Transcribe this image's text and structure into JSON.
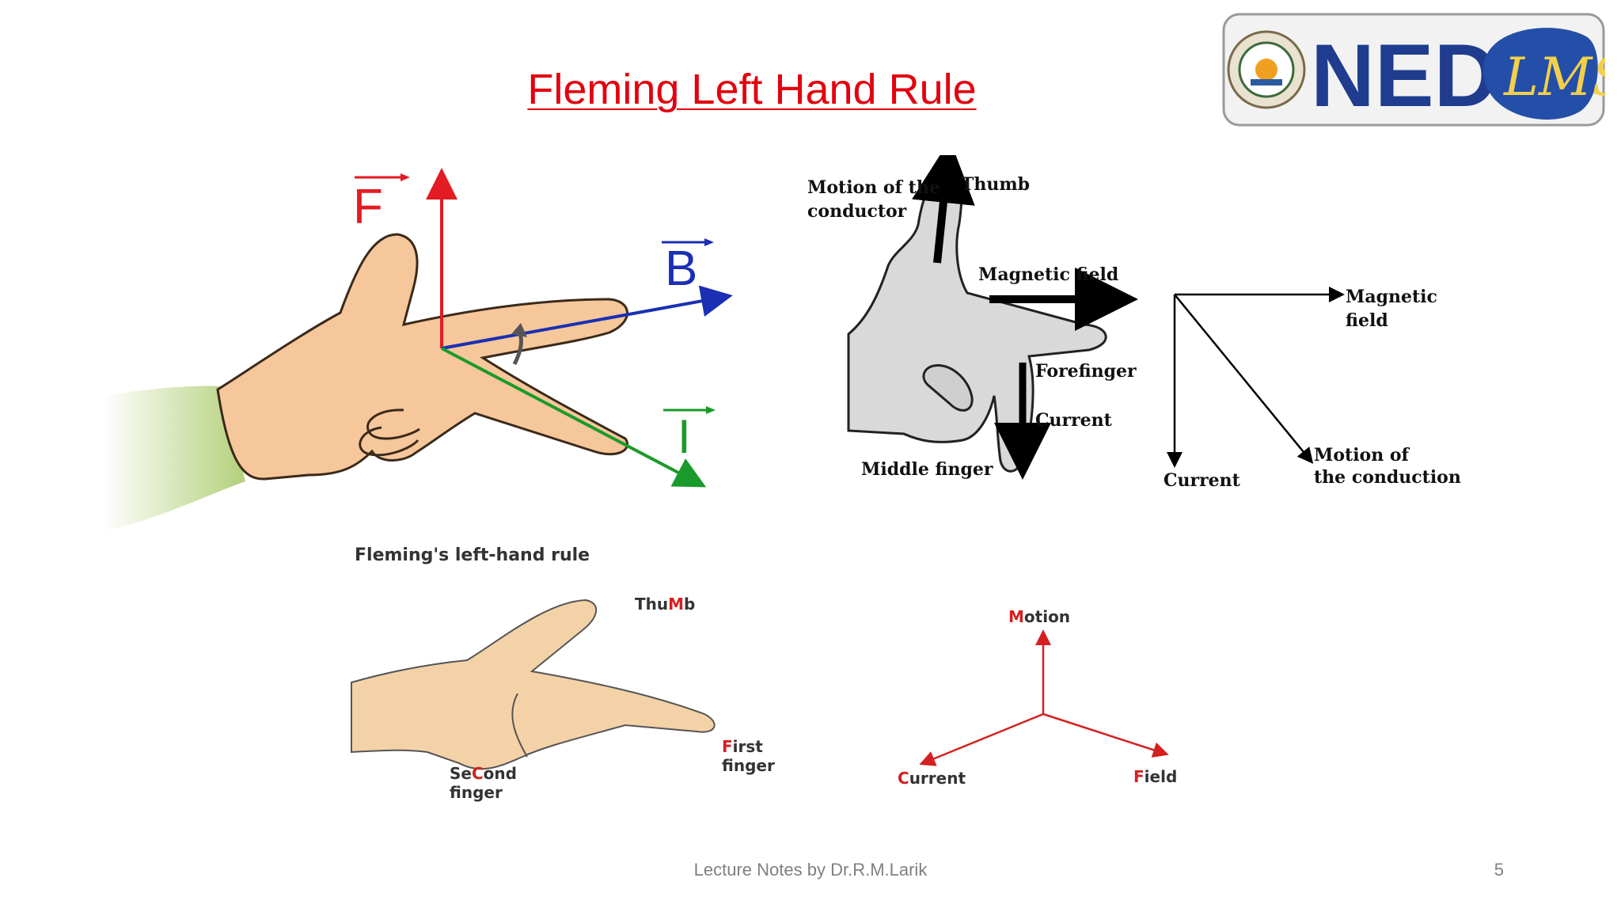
{
  "slide": {
    "title": "Fleming Left Hand Rule",
    "footer": "Lecture Notes by Dr.R.M.Larik",
    "page_number": "5"
  },
  "logo": {
    "text": "NED",
    "badge_text": "LMS",
    "colors": {
      "ned": "#1f3c8f",
      "badge": "#244fa8",
      "badge_text": "#f2d04b"
    }
  },
  "figure1": {
    "labels": {
      "force": "F",
      "field": "B",
      "current": "I"
    },
    "colors": {
      "force": "#e31b23",
      "field": "#1a2fb3",
      "current": "#1a9a2a",
      "skin": "#f6c79b",
      "sleeve": "#b3d07a"
    }
  },
  "figure2": {
    "labels": {
      "motion_line1": "Motion of the",
      "motion_line2": "conductor",
      "thumb": "Thumb",
      "magnetic_field": "Magnetic field",
      "forefinger": "Forefinger",
      "current": "Current",
      "middle_finger": "Middle finger"
    },
    "colors": {
      "hand": "#d9d9d9",
      "outline": "#222222"
    }
  },
  "figure3": {
    "labels": {
      "magnetic_line1": "Magnetic",
      "magnetic_line2": "field",
      "current": "Current",
      "motion_line1": "Motion of",
      "motion_line2": "the conduction"
    }
  },
  "figure4": {
    "title": "Fleming's left-hand rule",
    "thumb_parts": [
      "Thu",
      "M",
      "b"
    ],
    "first_parts": [
      "F",
      "irst"
    ],
    "first_line2": "finger",
    "second_parts": [
      "Se",
      "C",
      "ond"
    ],
    "second_line2": "finger",
    "colors": {
      "accent": "#d42020",
      "skin": "#f4d2a8"
    }
  },
  "figure5": {
    "motion_parts": [
      "M",
      "otion"
    ],
    "current_parts": [
      "C",
      "urrent"
    ],
    "field_parts": [
      "F",
      "ield"
    ],
    "colors": {
      "axis": "#d42020"
    }
  }
}
